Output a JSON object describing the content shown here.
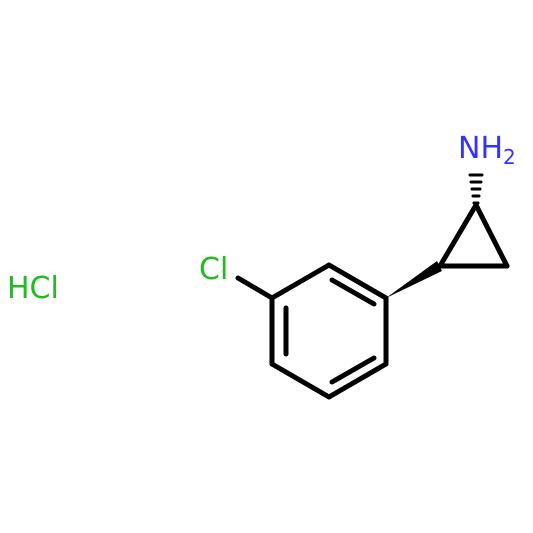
{
  "molecule": {
    "atoms": {
      "amine": {
        "element": "N",
        "label": "NH",
        "subscript": "2",
        "color": "#3333ff"
      },
      "chloro": {
        "element": "Cl",
        "label": "Cl",
        "color": "#22bb22"
      }
    },
    "salt": {
      "label": "HCl",
      "color": "#22bb22"
    },
    "bond_color": "#000000"
  }
}
